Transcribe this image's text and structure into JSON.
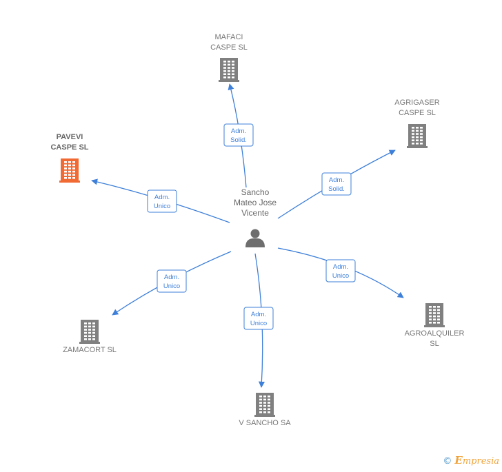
{
  "person": {
    "name_lines": [
      "Sancho",
      "Mateo Jose",
      "Vicente"
    ],
    "icon": "person-icon"
  },
  "companies": [
    {
      "id": "mafaci",
      "label_lines": [
        "MAFACI",
        "CASPE SL"
      ],
      "highlight": false,
      "icon": "building-icon"
    },
    {
      "id": "agrigaser",
      "label_lines": [
        "AGRIGASER",
        "CASPE SL"
      ],
      "highlight": false,
      "icon": "building-icon"
    },
    {
      "id": "pavevi",
      "label_lines": [
        "PAVEVI",
        "CASPE  SL"
      ],
      "highlight": true,
      "icon": "building-icon"
    },
    {
      "id": "agroalquiler",
      "label_lines": [
        "AGROALQUILER",
        "SL"
      ],
      "highlight": false,
      "icon": "building-icon"
    },
    {
      "id": "zamacort",
      "label_lines": [
        "ZAMACORT SL"
      ],
      "highlight": false,
      "icon": "building-icon"
    },
    {
      "id": "vsancho",
      "label_lines": [
        "V SANCHO SA"
      ],
      "highlight": false,
      "icon": "building-icon"
    }
  ],
  "relations": [
    {
      "to": "mafaci",
      "role_lines": [
        "Adm.",
        "Solid."
      ]
    },
    {
      "to": "agrigaser",
      "role_lines": [
        "Adm.",
        "Solid."
      ]
    },
    {
      "to": "pavevi",
      "role_lines": [
        "Adm.",
        "Unico"
      ]
    },
    {
      "to": "agroalquiler",
      "role_lines": [
        "Adm.",
        "Unico"
      ]
    },
    {
      "to": "zamacort",
      "role_lines": [
        "Adm.",
        "Unico"
      ]
    },
    {
      "to": "vsancho",
      "role_lines": [
        "Adm.",
        "Unico"
      ]
    }
  ],
  "colors": {
    "edge": "#3d7fd9",
    "building": "#808080",
    "building_highlight": "#f26a33",
    "person": "#6e6e6e"
  },
  "footer": {
    "copyright_symbol": "©",
    "brand_initial": "E",
    "brand_rest": "mpresia"
  }
}
